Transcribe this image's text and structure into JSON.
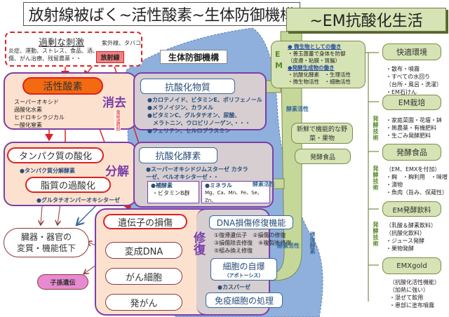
{
  "header": {
    "title": "放射線被ばく~活性酸素~生体防御機構",
    "em_title": "~EM抗酸化生活"
  },
  "stimulus": {
    "title": "過剰な刺激",
    "uv_tobacco": "紫外線、タバコ",
    "causes": "炎症、運動、ストレス、食品、酒、傷、がん治療、残留農薬・・",
    "radiation": "放射線"
  },
  "bio_defense_label": "生体防御機構",
  "ros": {
    "label": "活性酸素",
    "types": [
      "スーパーオキシド",
      "過酸化水素",
      "ヒドロキシラジカル",
      "一酸化窒素"
    ],
    "elimination": "消去",
    "vertical_note": "電磁波照射"
  },
  "antioxidants": {
    "label": "抗酸化物質",
    "items": [
      "●カロテノイド、ビタミンE、ポリフェノール",
      "●メラノイジン、カラメル",
      "●ビタミンC、グルタチオン、尿酸、",
      "　メラトニン、ウロビリノーゲン、・・・",
      "●フェリチン、セルロプラスミン"
    ]
  },
  "oxidation": {
    "protein": "タンパク質の酸化",
    "protein_enzyme": "●タンパク質分解酵素",
    "lipid": "脂質の過酸化",
    "lipid_enzyme": "●グルタチオンパーオキシターゼ",
    "decomposition": "分解"
  },
  "antioxidant_enzymes": {
    "label": "抗酸化酵素",
    "items": "●スーパーオキシドジムスターゼ カタラーゼ、ペルオキシターゼ・・",
    "coenzyme_title": "●補酵素",
    "coenzyme_item": "・ビタミンB群",
    "mineral_title": "●ミネラル",
    "mineral_item": "Mg、Ca、Mn、Fe、Se、Zn、"
  },
  "organ": {
    "label_line1": "臓器・器官の",
    "label_line2": "変質・機能低下",
    "heredity": "子孫遺伝"
  },
  "gene_chain": {
    "damage": "遺伝子の損傷",
    "mutation": "変成DNA",
    "cancer_cell": "がん細胞",
    "carcinogenesis": "発がん",
    "repair": "修復"
  },
  "repair_side": {
    "dna_repair": "DNA損傷修復機能",
    "repair_items": [
      "①復帰遺伝子　②損傷の修復",
      "③損傷除去修復　④複製後修復",
      "⑤組み換え修復"
    ],
    "repair_enzyme": "修復酵素",
    "apoptosis": "細胞の自爆",
    "apoptosis_sub": "（アポトーシス）",
    "caspase": "●カスパーゼ",
    "immune": "免疫細胞の処理"
  },
  "em": {
    "em_letters": "EM",
    "microbe_title": "● 微生物としての働き",
    "microbe_item": "・善玉菌叢で身体を防御",
    "microbe_sub": "（皮膚・粘膜・胃腸）",
    "ferment_title": "●発酵生成物の働き",
    "ferment_items": [
      "・抗酸化酵素　・生理活性",
      "・微生物活性　・細胞活性"
    ],
    "enzyme_activity": "酵素活性",
    "fresh_produce": "新鮮で機能的な野菜・果物",
    "fermented_food_left": "発酵食品"
  },
  "right_categories": [
    {
      "label": "快適環境",
      "tech": "",
      "items": [
        "・散布・噴霧",
        "・すべての水回り",
        "（台所・風呂・洗濯）",
        "・EM石けん"
      ]
    },
    {
      "label": "EM栽培",
      "tech": "発酵技術",
      "items": [
        "・家庭菜園・花壇・鉢",
        "・無農薬・有機肥料",
        "・生ごみ発酵肥料"
      ]
    },
    {
      "label": "発酵食品",
      "tech": "発酵技術",
      "items": [
        "（EM、EMXを付加）",
        "・麹　・麹利用　・味噌",
        "・漬物",
        "・魚肉（旨み、保蔵性）"
      ]
    },
    {
      "label": "EM発酵飲料",
      "tech": "発酵技術",
      "items": [
        "（乳酸＆酵素飲料）",
        "（抗酸化飲料）",
        "・ジュース発酵",
        "・果物発酵"
      ]
    },
    {
      "label": "EMXgold",
      "tech": "",
      "items": [
        "（抗酸化活性機能）",
        "（加熱に強い）",
        "・混ぜて飲用",
        "・患部に塗布噴霧"
      ]
    }
  ],
  "colors": {
    "red": "#dd2222",
    "purple": "#7a3fa8",
    "blue": "#2a4f7a",
    "peach": "#fde1cf",
    "green": "#d6e3b4",
    "sky": "#8fb0dc"
  }
}
